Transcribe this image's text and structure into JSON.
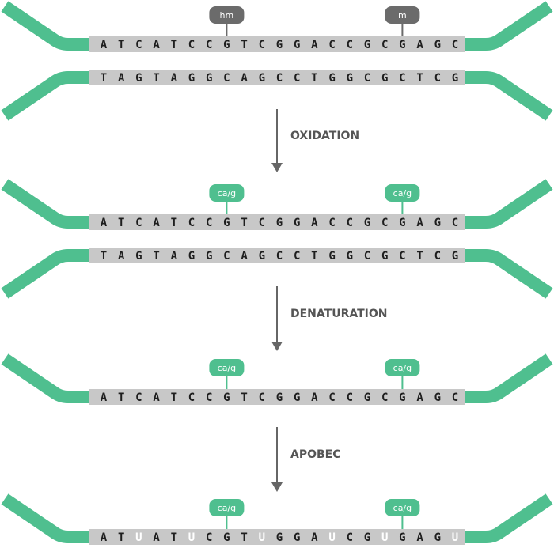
{
  "colors": {
    "strand": "#4fbf8f",
    "sequence_box": "#c8c8c8",
    "base_text": "#1e1e1e",
    "converted_base": "#ffffff",
    "tag_original": "#6b6b6b",
    "tag_modified": "#4fbf8f",
    "arrow": "#666666",
    "step_label": "#555555"
  },
  "steps": [
    "OXIDATION",
    "DENATURATION",
    "APOBEC"
  ],
  "panels": [
    {
      "strands": [
        {
          "bases": [
            "A",
            "T",
            "C",
            "A",
            "T",
            "C",
            "C",
            "G",
            "T",
            "C",
            "G",
            "G",
            "A",
            "C",
            "C",
            "G",
            "C",
            "G",
            "A",
            "G",
            "C"
          ],
          "converted": [],
          "shape": "top"
        },
        {
          "bases": [
            "T",
            "A",
            "G",
            "T",
            "A",
            "G",
            "G",
            "C",
            "A",
            "G",
            "C",
            "C",
            "T",
            "G",
            "G",
            "C",
            "G",
            "C",
            "T",
            "C",
            "G"
          ],
          "converted": [],
          "shape": "bottom"
        }
      ],
      "tags": [
        {
          "label": "hm",
          "base_index": 7,
          "style": "original"
        },
        {
          "label": "m",
          "base_index": 17,
          "style": "original"
        }
      ]
    },
    {
      "strands": [
        {
          "bases": [
            "A",
            "T",
            "C",
            "A",
            "T",
            "C",
            "C",
            "G",
            "T",
            "C",
            "G",
            "G",
            "A",
            "C",
            "C",
            "G",
            "C",
            "G",
            "A",
            "G",
            "C"
          ],
          "converted": [],
          "shape": "top"
        },
        {
          "bases": [
            "T",
            "A",
            "G",
            "T",
            "A",
            "G",
            "G",
            "C",
            "A",
            "G",
            "C",
            "C",
            "T",
            "G",
            "G",
            "C",
            "G",
            "C",
            "T",
            "C",
            "G"
          ],
          "converted": [],
          "shape": "bottom"
        }
      ],
      "tags": [
        {
          "label": "ca/g",
          "base_index": 7,
          "style": "modified"
        },
        {
          "label": "ca/g",
          "base_index": 17,
          "style": "modified"
        }
      ]
    },
    {
      "strands": [
        {
          "bases": [
            "A",
            "T",
            "C",
            "A",
            "T",
            "C",
            "C",
            "G",
            "T",
            "C",
            "G",
            "G",
            "A",
            "C",
            "C",
            "G",
            "C",
            "G",
            "A",
            "G",
            "C"
          ],
          "converted": [],
          "shape": "top"
        }
      ],
      "tags": [
        {
          "label": "ca/g",
          "base_index": 7,
          "style": "modified"
        },
        {
          "label": "ca/g",
          "base_index": 17,
          "style": "modified"
        }
      ]
    },
    {
      "strands": [
        {
          "bases": [
            "A",
            "T",
            "U",
            "A",
            "T",
            "U",
            "C",
            "G",
            "T",
            "U",
            "G",
            "G",
            "A",
            "U",
            "C",
            "G",
            "U",
            "G",
            "A",
            "G",
            "U"
          ],
          "converted": [
            2,
            5,
            9,
            13,
            16,
            20
          ],
          "shape": "top"
        }
      ],
      "tags": [
        {
          "label": "ca/g",
          "base_index": 7,
          "style": "modified"
        },
        {
          "label": "ca/g",
          "base_index": 17,
          "style": "modified"
        }
      ]
    }
  ]
}
